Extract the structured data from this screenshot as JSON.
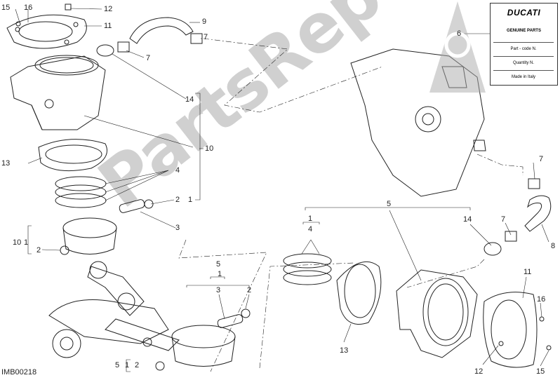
{
  "diagram_code": "IMB00218",
  "watermark": "PartsRepublik",
  "card": {
    "brand": "DUCATI",
    "genuine": "GENUINE PARTS",
    "rows": [
      "Part - code N.",
      "Quantity N.",
      "Made in Italy"
    ]
  },
  "callouts": {
    "c15a": "15",
    "c16a": "16",
    "c12a": "12",
    "c11a": "11",
    "c9": "9",
    "c7a": "7",
    "c7b": "7",
    "c14a": "14",
    "c10a": "10",
    "c13a": "13",
    "c4a": "4",
    "c2a": "2",
    "c1a": "1",
    "c3a": "3",
    "c10b": "10",
    "c1b": "1",
    "c2b": "2",
    "c6": "6",
    "c5a": "5",
    "c1c": "1",
    "c3b": "3",
    "c2c": "2",
    "c5b": "5",
    "c1d": "1",
    "c2d": "2",
    "c5c": "5",
    "c1e": "1",
    "c4b": "4",
    "c14b": "14",
    "c7c": "7",
    "c7d": "7",
    "c8": "8",
    "c11b": "11",
    "c16b": "16",
    "c13b": "13",
    "c12b": "12",
    "c15b": "15"
  },
  "colors": {
    "line": "#222222",
    "watermark": "#aaaaaa"
  }
}
